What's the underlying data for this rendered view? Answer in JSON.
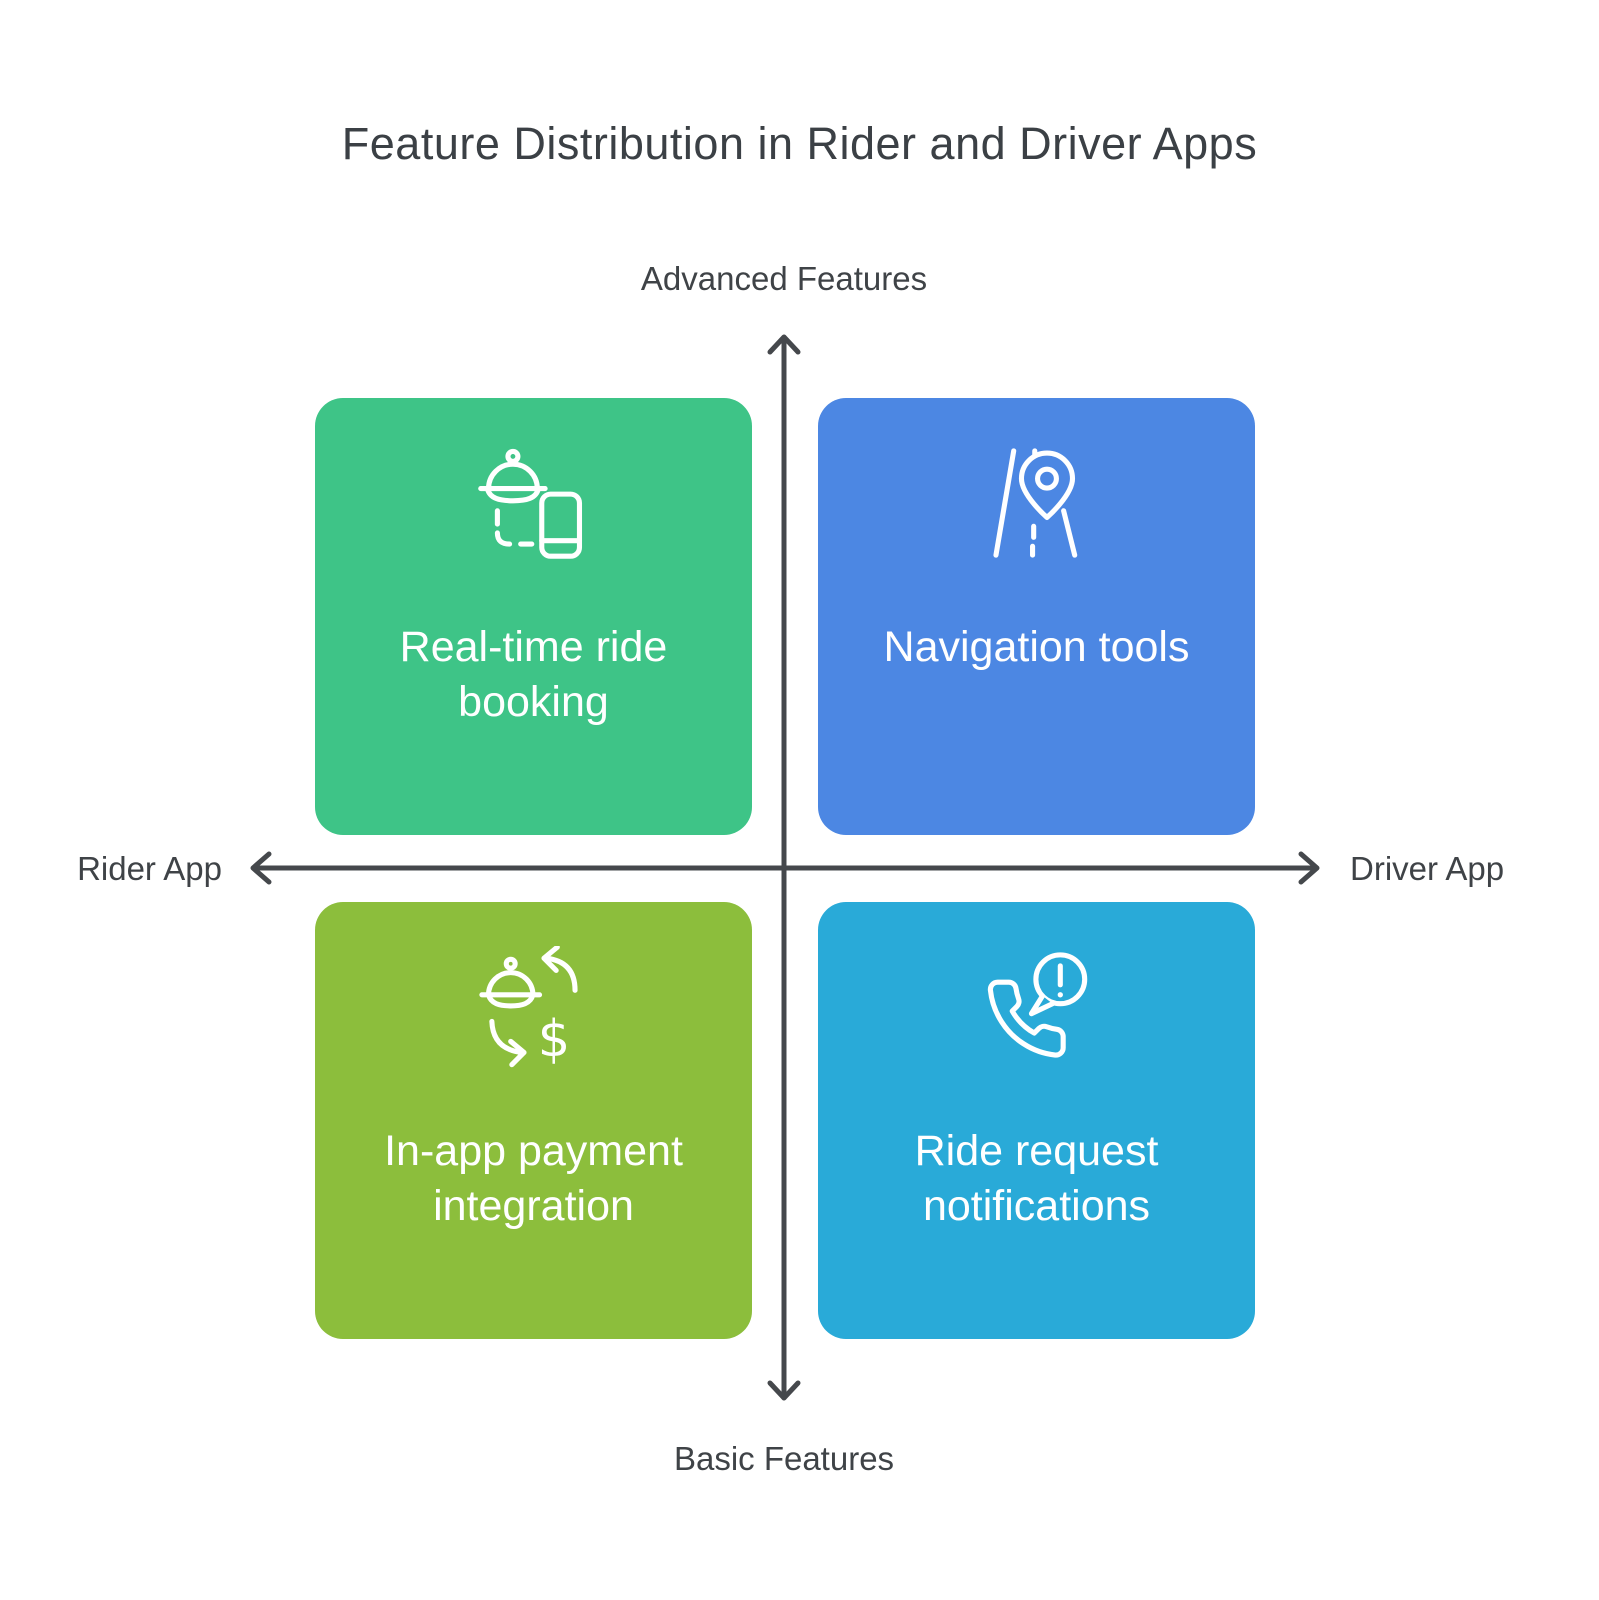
{
  "title": "Feature Distribution in Rider and Driver Apps",
  "axes": {
    "top_label": "Advanced Features",
    "bottom_label": "Basic Features",
    "left_label": "Rider App",
    "right_label": "Driver App",
    "arrow_color": "#45484c"
  },
  "quadrants": [
    {
      "position": "top-left",
      "label": "Real-time ride booking",
      "color": "#3ec487",
      "icon": "ride-booking-cloche-phone-icon"
    },
    {
      "position": "top-right",
      "label": "Navigation tools",
      "color": "#4c87e3",
      "icon": "navigation-road-pin-icon"
    },
    {
      "position": "bottom-left",
      "label": "In-app payment integration",
      "color": "#8cbe3c",
      "icon": "payment-exchange-icon",
      "icon_glyph": "$"
    },
    {
      "position": "bottom-right",
      "label": "Ride request notifications",
      "color": "#29aad8",
      "icon": "ride-notification-phone-icon"
    }
  ],
  "colors": {
    "background": "#ffffff",
    "title_text": "#3b4045",
    "axis_text": "#3f4347",
    "card_text": "#ffffff"
  }
}
